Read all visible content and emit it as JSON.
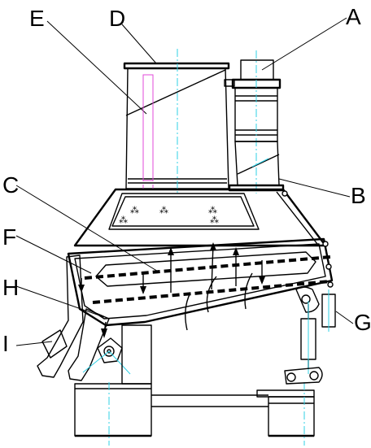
{
  "labels": {
    "A": "A",
    "B": "B",
    "C": "C",
    "D": "D",
    "E": "E",
    "F": "F",
    "G": "G",
    "H": "H",
    "I": "I"
  },
  "colors": {
    "outline": "#000000",
    "centerline": "#2fd0e6",
    "hidden_line": "#e04ad8",
    "background": "#ffffff"
  }
}
